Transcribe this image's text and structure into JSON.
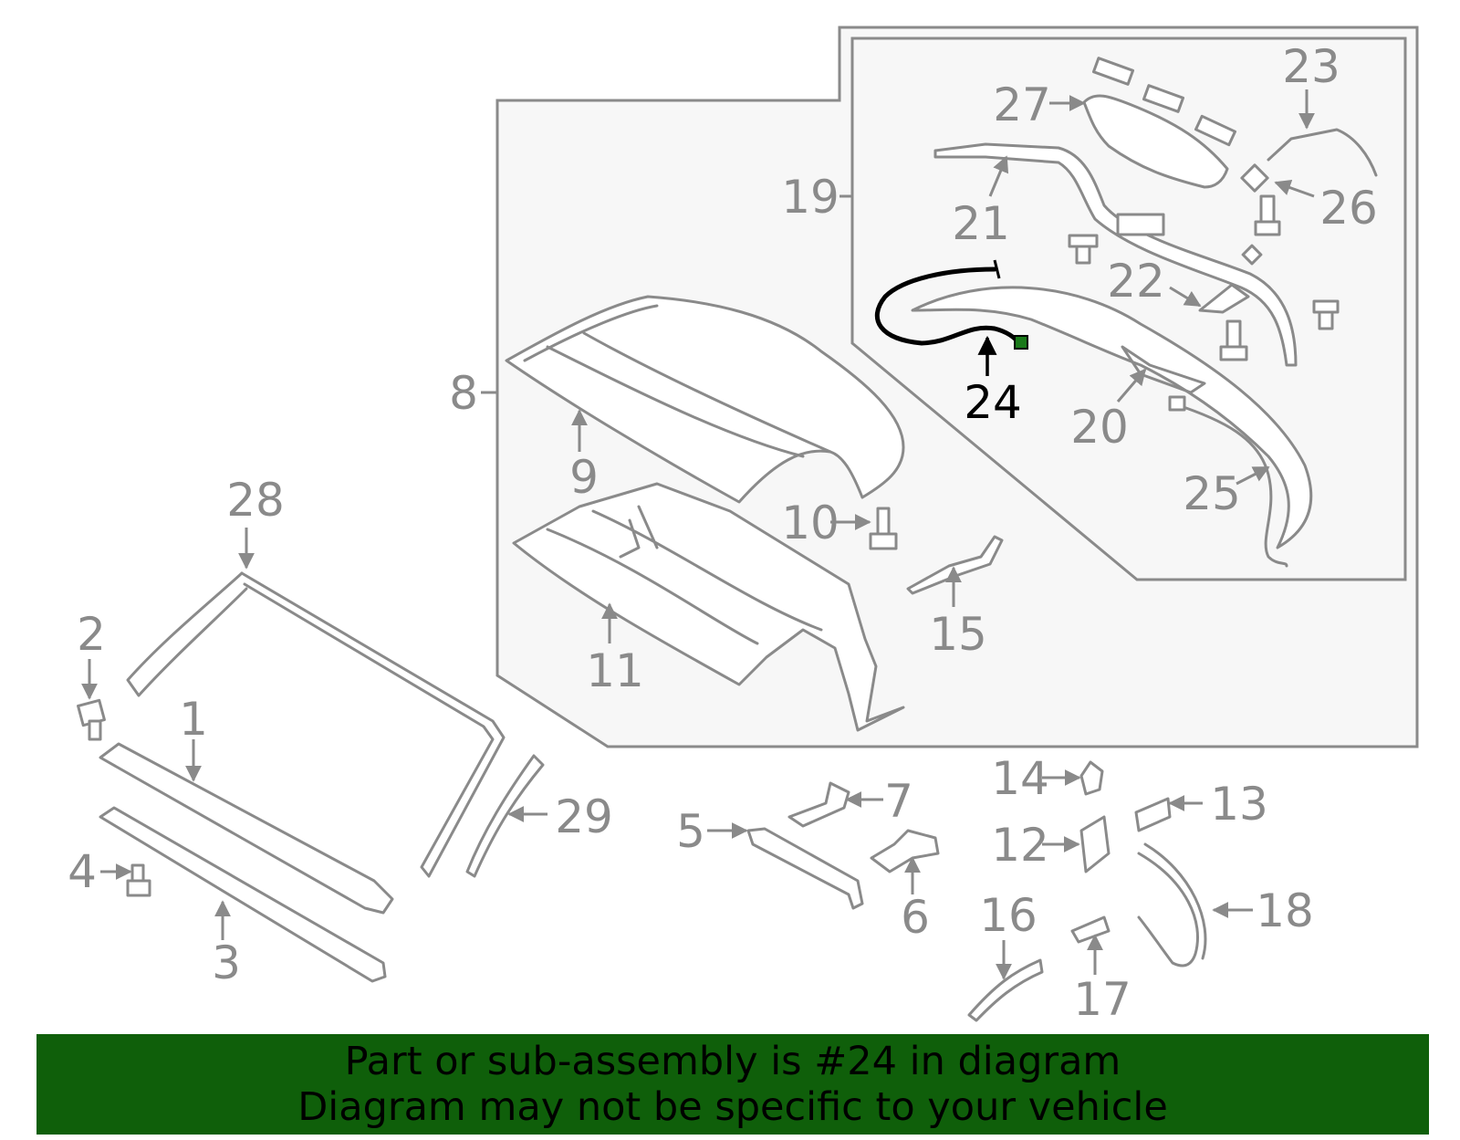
{
  "diagram": {
    "highlighted_callout": "24",
    "callouts": [
      "1",
      "2",
      "3",
      "4",
      "5",
      "6",
      "7",
      "8",
      "9",
      "10",
      "11",
      "12",
      "13",
      "14",
      "15",
      "16",
      "17",
      "18",
      "19",
      "20",
      "21",
      "22",
      "23",
      "24",
      "25",
      "26",
      "27",
      "28",
      "29"
    ]
  },
  "banner": {
    "line1": "Part or sub-assembly is #24 in diagram",
    "line2": "Diagram may not be specific to your vehicle"
  },
  "colors": {
    "line_art": "#8a8a8a",
    "highlight": "#000000",
    "banner_bg": "#0f5f0a",
    "panel_bg": "#f7f7f7"
  }
}
